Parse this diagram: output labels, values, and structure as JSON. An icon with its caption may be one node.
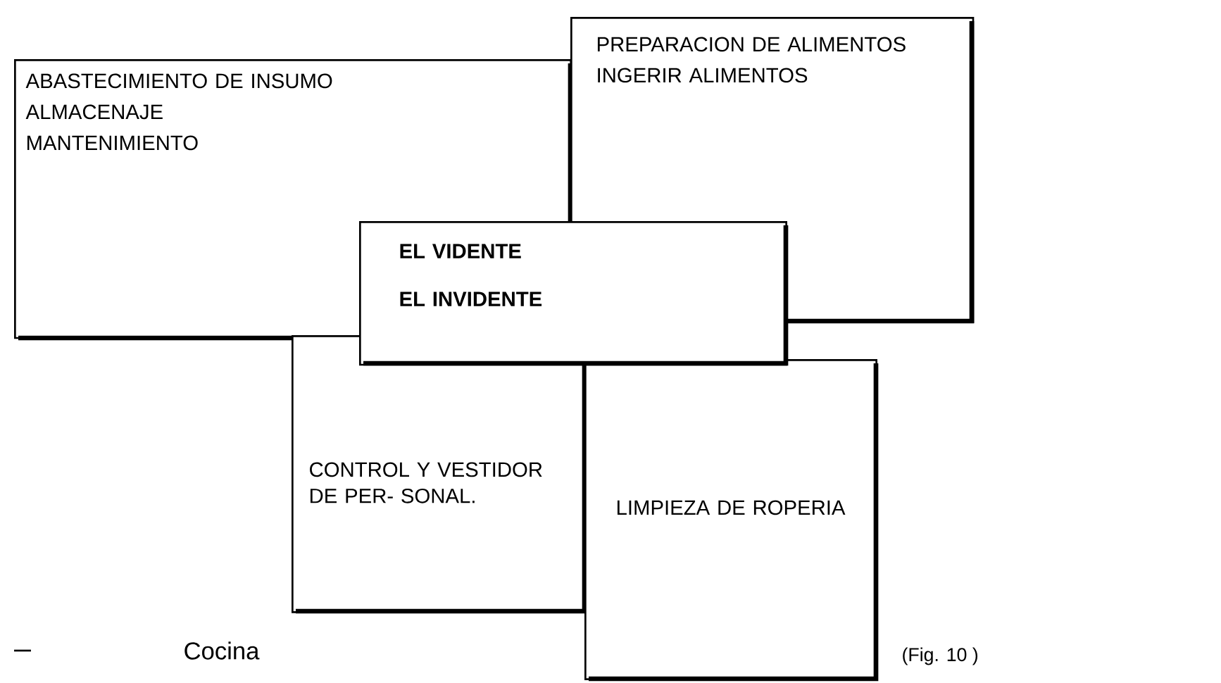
{
  "diagram": {
    "nodes": [
      {
        "text": [
          "ABASTECIMIENTO DE INSUMO",
          "ALMACENAJE",
          "MANTENIMIENTO"
        ]
      },
      {
        "text": [
          "PREPARACION DE ALIMENTOS",
          "INGERIR ALIMENTOS"
        ]
      },
      {
        "text": [
          "EL VIDENTE",
          "EL INVIDENTE"
        ]
      },
      {
        "text": [
          "CONTROL Y VESTIDOR DE PER- SONAL."
        ]
      },
      {
        "text": [
          "LIMPIEZA DE ROPERIA"
        ]
      }
    ],
    "labels": [
      "Cocina",
      "(Fig. 10 )"
    ]
  }
}
